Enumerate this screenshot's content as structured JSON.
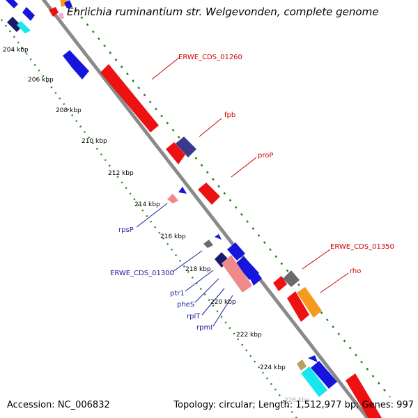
{
  "title": "Ehrlichia ruminantium str. Welgevonden, complete genome",
  "footer": {
    "accession": "Accession: NC_006832",
    "summary": "Topology: circular; Length: 1,512,977 bp; Genes: 997"
  },
  "ticks": [
    "204 kbp",
    "206 kbp",
    "208 kbp",
    "210 kbp",
    "212 kbp",
    "214 kbp",
    "216 kbp",
    "218 kbp",
    "220 kbp",
    "222 kbp",
    "224 kbp",
    "226 kbp"
  ],
  "gene_labels": {
    "erwe_cds_01260": "ERWE_CDS_01260",
    "fpb": "fpb",
    "proP": "proP",
    "rpsP": "rpsP",
    "erwe_cds_01300": "ERWE_CDS_01300",
    "erwe_cds_01350": "ERWE_CDS_01350",
    "rho": "rho",
    "ptr1": "ptr1",
    "pheS": "pheS",
    "rplT": "rplT",
    "rpmI": "rpmI"
  },
  "colors": {
    "backbone": "#8a8a8a",
    "grid_dots": "#1f8a1f",
    "red": "#ee1111",
    "blue": "#1515dd",
    "navy": "#1a1a6e",
    "cyan": "#18e8ee",
    "pink": "#f08a8a",
    "gray": "#6a6a6a",
    "orange": "#f59a1c",
    "tan": "#b8a060",
    "purple": "#3a3a8a",
    "label_red": "#cc0000",
    "label_blue": "#1a1aa0"
  }
}
